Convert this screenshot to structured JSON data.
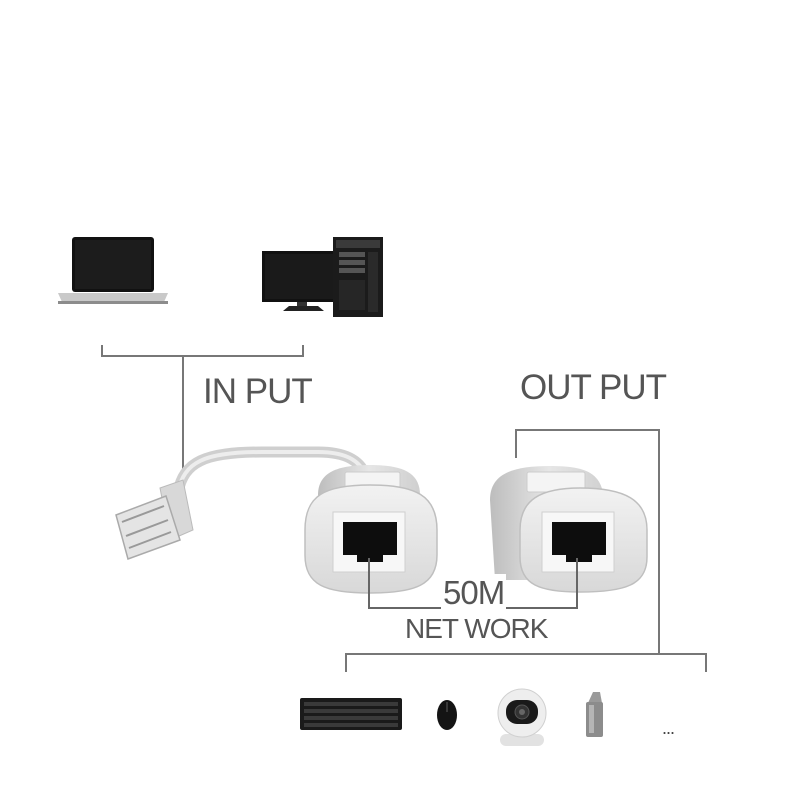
{
  "labels": {
    "input": "IN PUT",
    "output": "OUT PUT",
    "distance": "50M",
    "network": "NET WORK",
    "more": "..."
  },
  "input_devices": [
    {
      "name": "laptop-icon"
    },
    {
      "name": "desktop-computer-icon"
    }
  ],
  "output_devices": [
    {
      "name": "keyboard-icon"
    },
    {
      "name": "mouse-icon"
    },
    {
      "name": "camera-icon"
    },
    {
      "name": "usb-flash-drive-icon"
    }
  ],
  "colors": {
    "line": "#777777",
    "label": "#555555",
    "device": "#dcdcdc",
    "device_dark": "#111111"
  }
}
